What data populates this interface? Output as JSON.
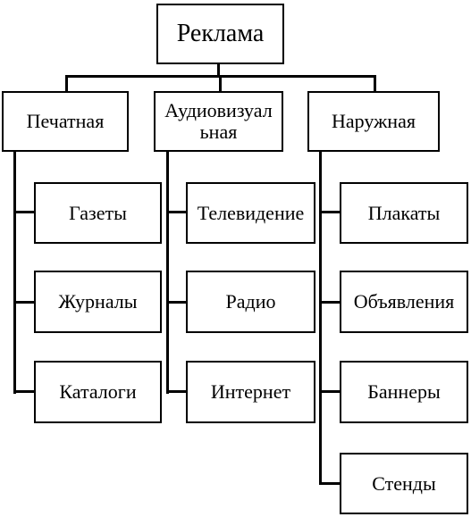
{
  "root": {
    "label": "Реклама"
  },
  "categories": [
    {
      "id": "print",
      "line1": "Печатная",
      "line2": "",
      "items": [
        "Газеты",
        "Журналы",
        "Каталоги"
      ]
    },
    {
      "id": "av",
      "line1": "Аудиовизуал",
      "line2": "ьная",
      "items": [
        "Телевидение",
        "Радио",
        "Интернет"
      ]
    },
    {
      "id": "outdoor",
      "line1": "Наружная",
      "line2": "",
      "items": [
        "Плакаты",
        "Объявления",
        "Баннеры",
        "Стенды"
      ]
    }
  ]
}
